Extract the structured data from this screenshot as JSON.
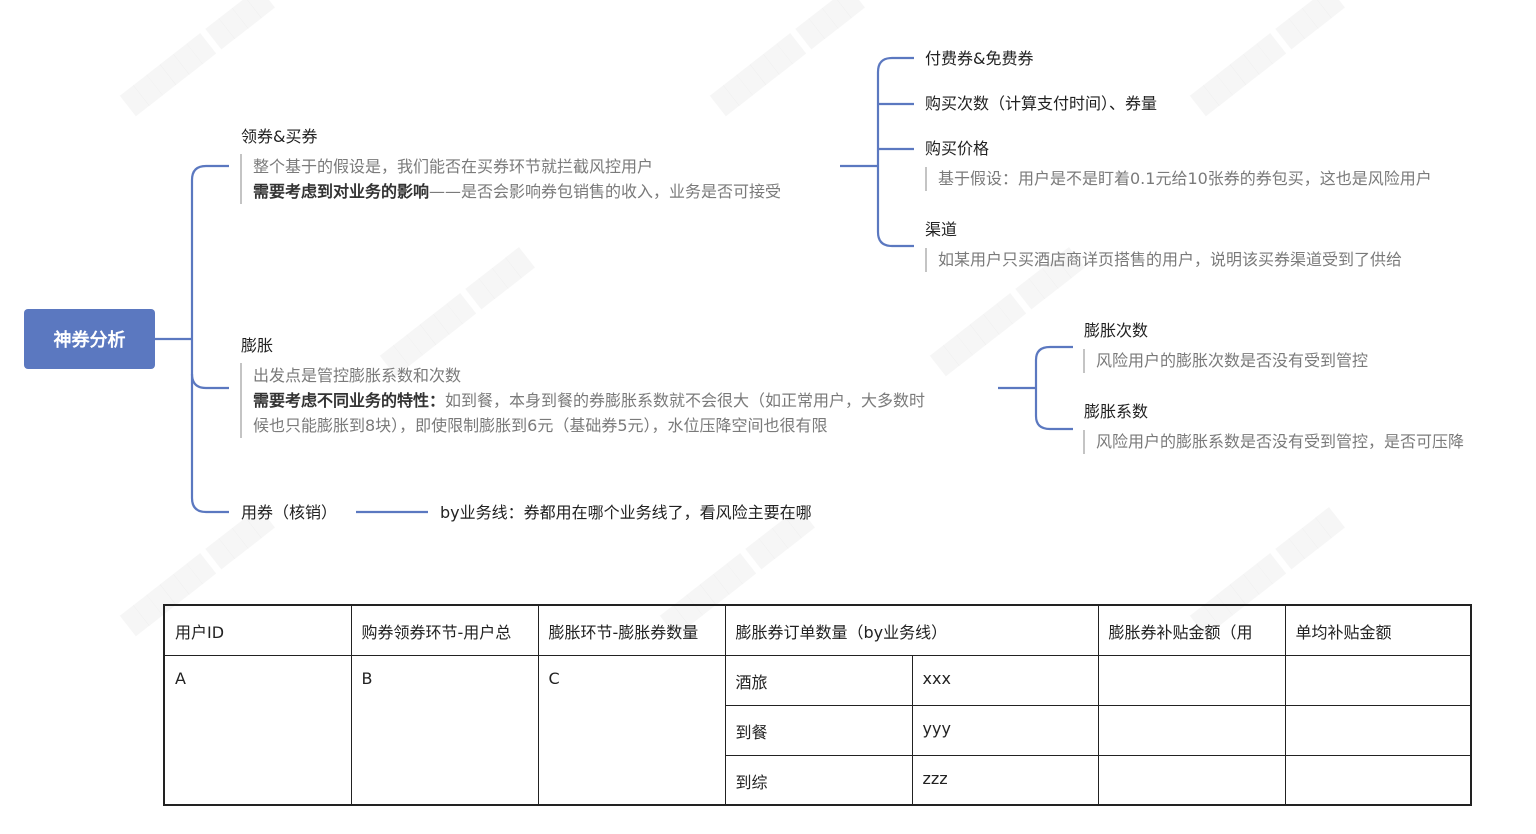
{
  "root": {
    "label": "神券分析"
  },
  "branches": {
    "receive_buy": {
      "title": "领券&买券",
      "note_line1": "整个基于的假设是，我们能否在买券环节就拦截风控用户",
      "note_line2_bold": "需要考虑到对业务的影响",
      "note_line2_rest": "——是否会影响券包销售的收入，业务是否可接受",
      "children": {
        "paid_free": {
          "title": "付费券&免费券"
        },
        "count": {
          "title": "购买次数（计算支付时间）、券量"
        },
        "price": {
          "title": "购买价格",
          "note": "基于假设：用户是不是盯着0.1元给10张券的券包买，这也是风险用户"
        },
        "channel": {
          "title": "渠道",
          "note": "如某用户只买酒店商详页搭售的用户，说明该买券渠道受到了供给"
        }
      }
    },
    "inflate": {
      "title": "膨胀",
      "note_line1": "出发点是管控膨胀系数和次数",
      "note_line2_bold": "需要考虑不同业务的特性：",
      "note_line2_rest": "如到餐，本身到餐的券膨胀系数就不会很大（如正常用户，大多数时",
      "note_line3": "候也只能膨胀到8块），即使限制膨胀到6元（基础券5元），水位压降空间也很有限",
      "children": {
        "times": {
          "title": "膨胀次数",
          "note": "风险用户的膨胀次数是否没有受到管控"
        },
        "coef": {
          "title": "膨胀系数",
          "note": "风险用户的膨胀系数是否没有受到管控，是否可压降"
        }
      }
    },
    "use": {
      "title": "用券（核销）",
      "child": "by业务线：券都用在哪个业务线了，看风险主要在哪"
    }
  },
  "table": {
    "headers": [
      "用户ID",
      "购券领券环节-用户总",
      "膨胀环节-膨胀券数量",
      "膨胀券订单数量（by业务线）",
      "膨胀券补贴金额（用",
      "单均补贴金额"
    ],
    "user_id": "A",
    "buy_total": "B",
    "inflate_count": "C",
    "rows": [
      {
        "line": "酒旅",
        "count": "xxx"
      },
      {
        "line": "到餐",
        "count": "yyy"
      },
      {
        "line": "到综",
        "count": "zzz"
      }
    ]
  }
}
